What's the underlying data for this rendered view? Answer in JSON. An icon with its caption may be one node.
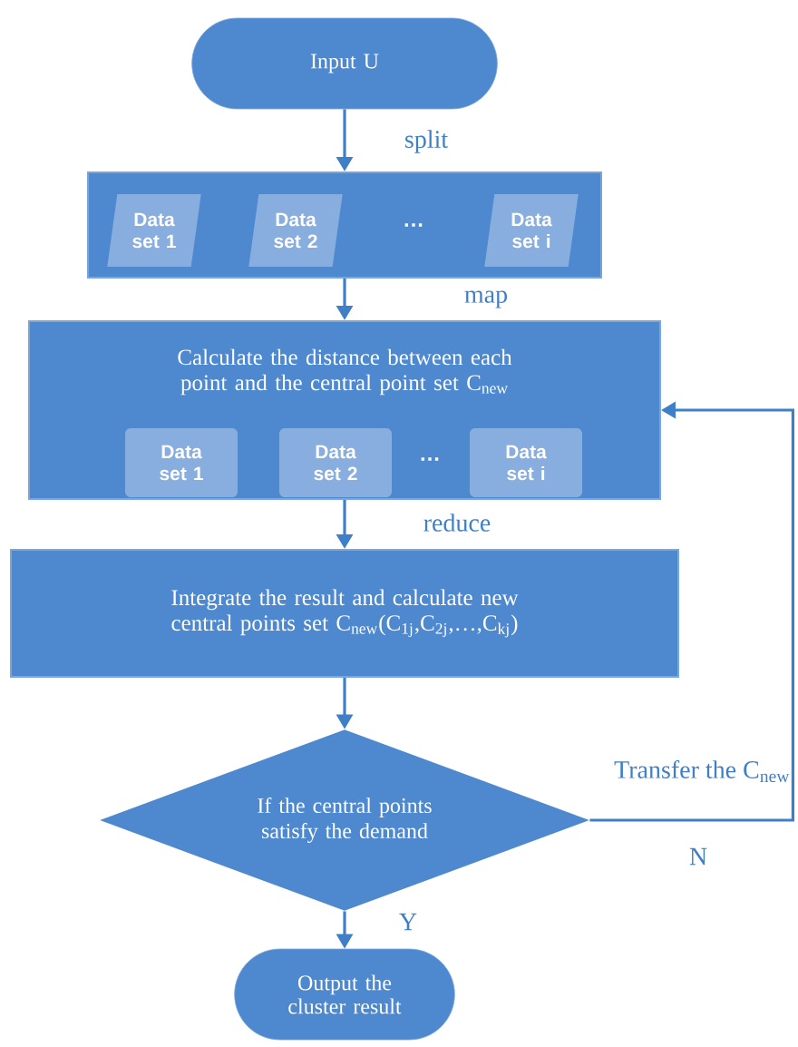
{
  "diagram": {
    "nodes": [
      {
        "text": [
          "Input U"
        ]
      },
      {
        "text": [],
        "shape": "box"
      },
      {
        "text": [
          "Data set 1"
        ],
        "in": 1
      },
      {
        "text": [
          "Data set 2"
        ],
        "in": 1
      },
      {
        "text": [
          "Data set i"
        ],
        "in": 1
      },
      {
        "text": [
          "Calculate the distance between each point and the central point set C$_{new}$"
        ]
      },
      {
        "text": [
          "Data set 1"
        ],
        "in": 5
      },
      {
        "text": [
          "Data set 2"
        ],
        "in": 5
      },
      {
        "text": [
          "Data set i"
        ],
        "in": 5
      },
      {
        "text": [
          "Integrate the result and calculate new central points set C$_{new}$(C$_{1j}$,C$_{2j}$,…,C$_{kj}$)"
        ]
      },
      {
        "text": [
          "If the central points satisfy the demand"
        ]
      },
      {
        "text": [
          "Output the cluster result"
        ]
      }
    ],
    "edges": [
      {
        "from": 0,
        "to": 1,
        "arrow": "to",
        "label": "split"
      },
      {
        "from": 1,
        "to": 5,
        "arrow": "to",
        "label": "map"
      },
      {
        "from": 5,
        "to": 9,
        "arrow": "to",
        "label": "reduce"
      },
      {
        "from": 9,
        "to": 10,
        "arrow": "to"
      },
      {
        "from": 10,
        "to": 11,
        "arrow": "to",
        "label": "Y"
      },
      {
        "from": 10,
        "to": 5,
        "arrow": "to",
        "label": "Transfer the C$_{new}$"
      }
    ],
    "labels": [
      "…",
      "…",
      "N"
    ]
  }
}
